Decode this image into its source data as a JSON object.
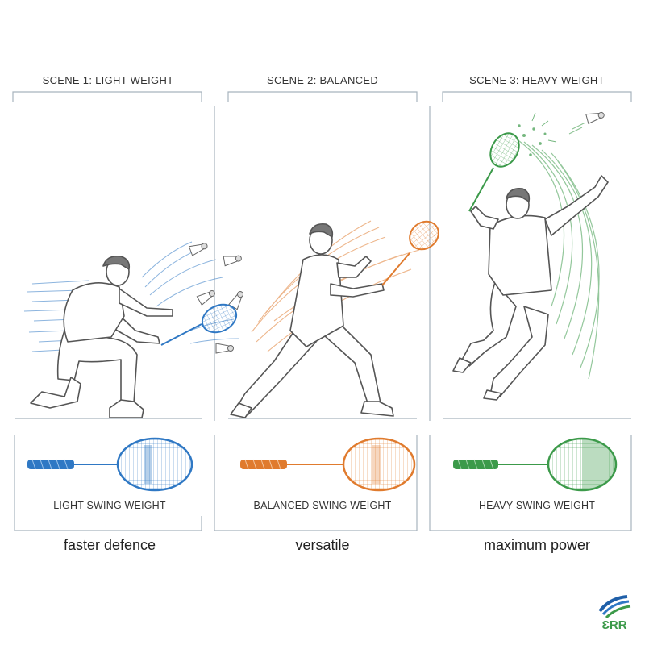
{
  "colors": {
    "light": "#2f78c4",
    "balanced": "#e07b2e",
    "heavy": "#3c9a4a",
    "line": "#a8b3bd",
    "figure": "#555555"
  },
  "scenes": [
    {
      "title": "SCENE 1: LIGHT WEIGHT",
      "weight_label": "LIGHT SWING WEIGHT",
      "caption": "faster defence",
      "color_key": "light"
    },
    {
      "title": "SCENE 2: BALANCED",
      "weight_label": "BALANCED SWING WEIGHT",
      "caption": "versatile",
      "color_key": "balanced"
    },
    {
      "title": "SCENE 3: HEAVY WEIGHT",
      "weight_label": "HEAVY SWING WEIGHT",
      "caption": "maximum power",
      "color_key": "heavy"
    }
  ],
  "logo": {
    "text": "ƐRR"
  }
}
